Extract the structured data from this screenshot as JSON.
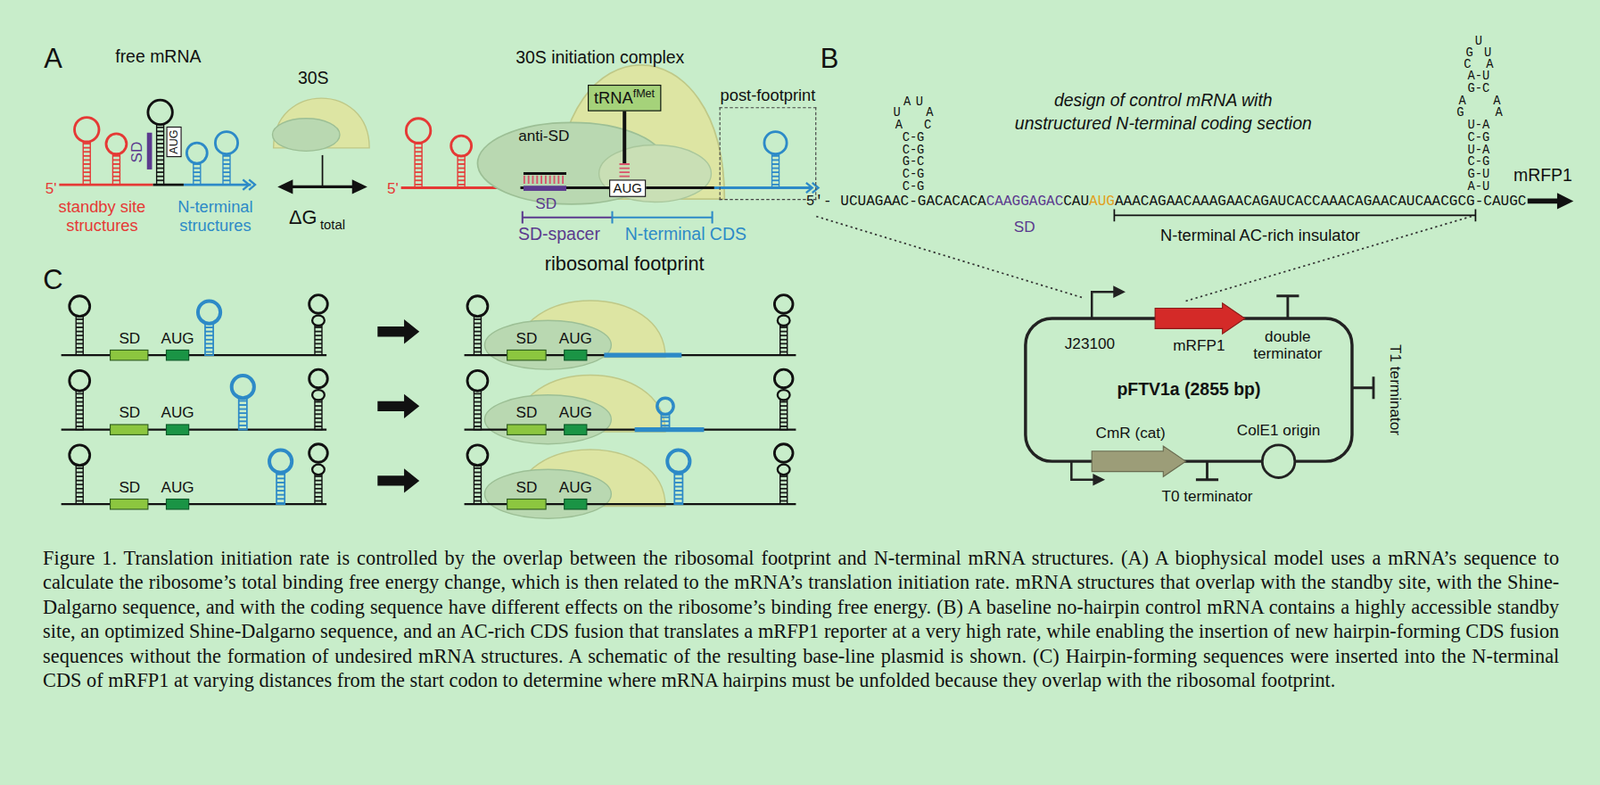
{
  "diagram": {
    "caption": "Figure 1. Translation initiation rate is controlled by the overlap between the ribosomal footprint and N-terminal mRNA structures. (A) A biophysical model uses a mRNA’s sequence to calculate the ribosome’s total binding free energy change, which is then related to the mRNA’s translation initiation rate. mRNA structures that overlap with the standby site, with the Shine-Dalgarno sequence, and with the coding sequence have different effects on the ribosome’s binding free energy. (B) A baseline no-hairpin control mRNA contains a highly accessible standby site, an optimized Shine-Dalgarno sequence, and an AC-rich CDS fusion that translates a mRFP1 reporter at a very high rate, while enabling the insertion of new hairpin-forming CDS fusion sequences without the formation of undesired mRNA structures. A schematic of the resulting base-line plasmid is shown. (C) Hairpin-forming sequences were inserted into the N-terminal CDS of mRFP1 at varying distances from the start codon to determine where mRNA hairpins must be unfolded because they overlap with the ribosomal footprint.",
    "nodes": [
      {
        "text": [
          "AUG"
        ]
      },
      {
        "text": [
          "post-footprint"
        ]
      },
      {
        "text": [
          "tRNA",
          "fMet"
        ]
      },
      {
        "text": [
          "AUG"
        ]
      }
    ],
    "labels": [
      "A",
      "free mRNA",
      "5'",
      "SD",
      "standby site structures",
      "N-terminal structures",
      "30S",
      "ΔG",
      "total",
      "30S initiation complex",
      "5'",
      "anti-SD",
      "SD",
      "SD-spacer",
      "N-terminal CDS",
      "ribosomal footprint",
      "B",
      "design of control mRNA with unstructured N-terminal coding section",
      "A",
      "U",
      "U",
      "A",
      "A",
      "C",
      "C-G",
      "C-G",
      "G-C",
      "C-G",
      "C-G",
      "U",
      "G",
      "U",
      "C",
      "A",
      "A-U",
      "G-C",
      "A",
      "A",
      "G",
      "A",
      "U-A",
      "C-G",
      "U-A",
      "C-G",
      "G-U",
      "A-U",
      "5'- UCUAGAAC-GACACACA",
      "CAAGGAGAC",
      "CAU",
      "AUG",
      "AAACAGAACAAAGAACAGAUCACCAAACAGAACAUCAACGCG-CAUGC",
      "SD",
      "N-terminal AC-rich insulator",
      "mRFP1",
      "J23100",
      "mRFP1",
      "double terminator",
      "pFTV1a (2855 bp)",
      "T1 terminator",
      "CmR (cat)",
      "ColE1 origin",
      "T0 terminator",
      "C",
      "SD",
      "AUG",
      "SD",
      "AUG",
      "SD",
      "AUG",
      "SD",
      "AUG",
      "SD",
      "AUG",
      "SD",
      "AUG"
    ]
  }
}
